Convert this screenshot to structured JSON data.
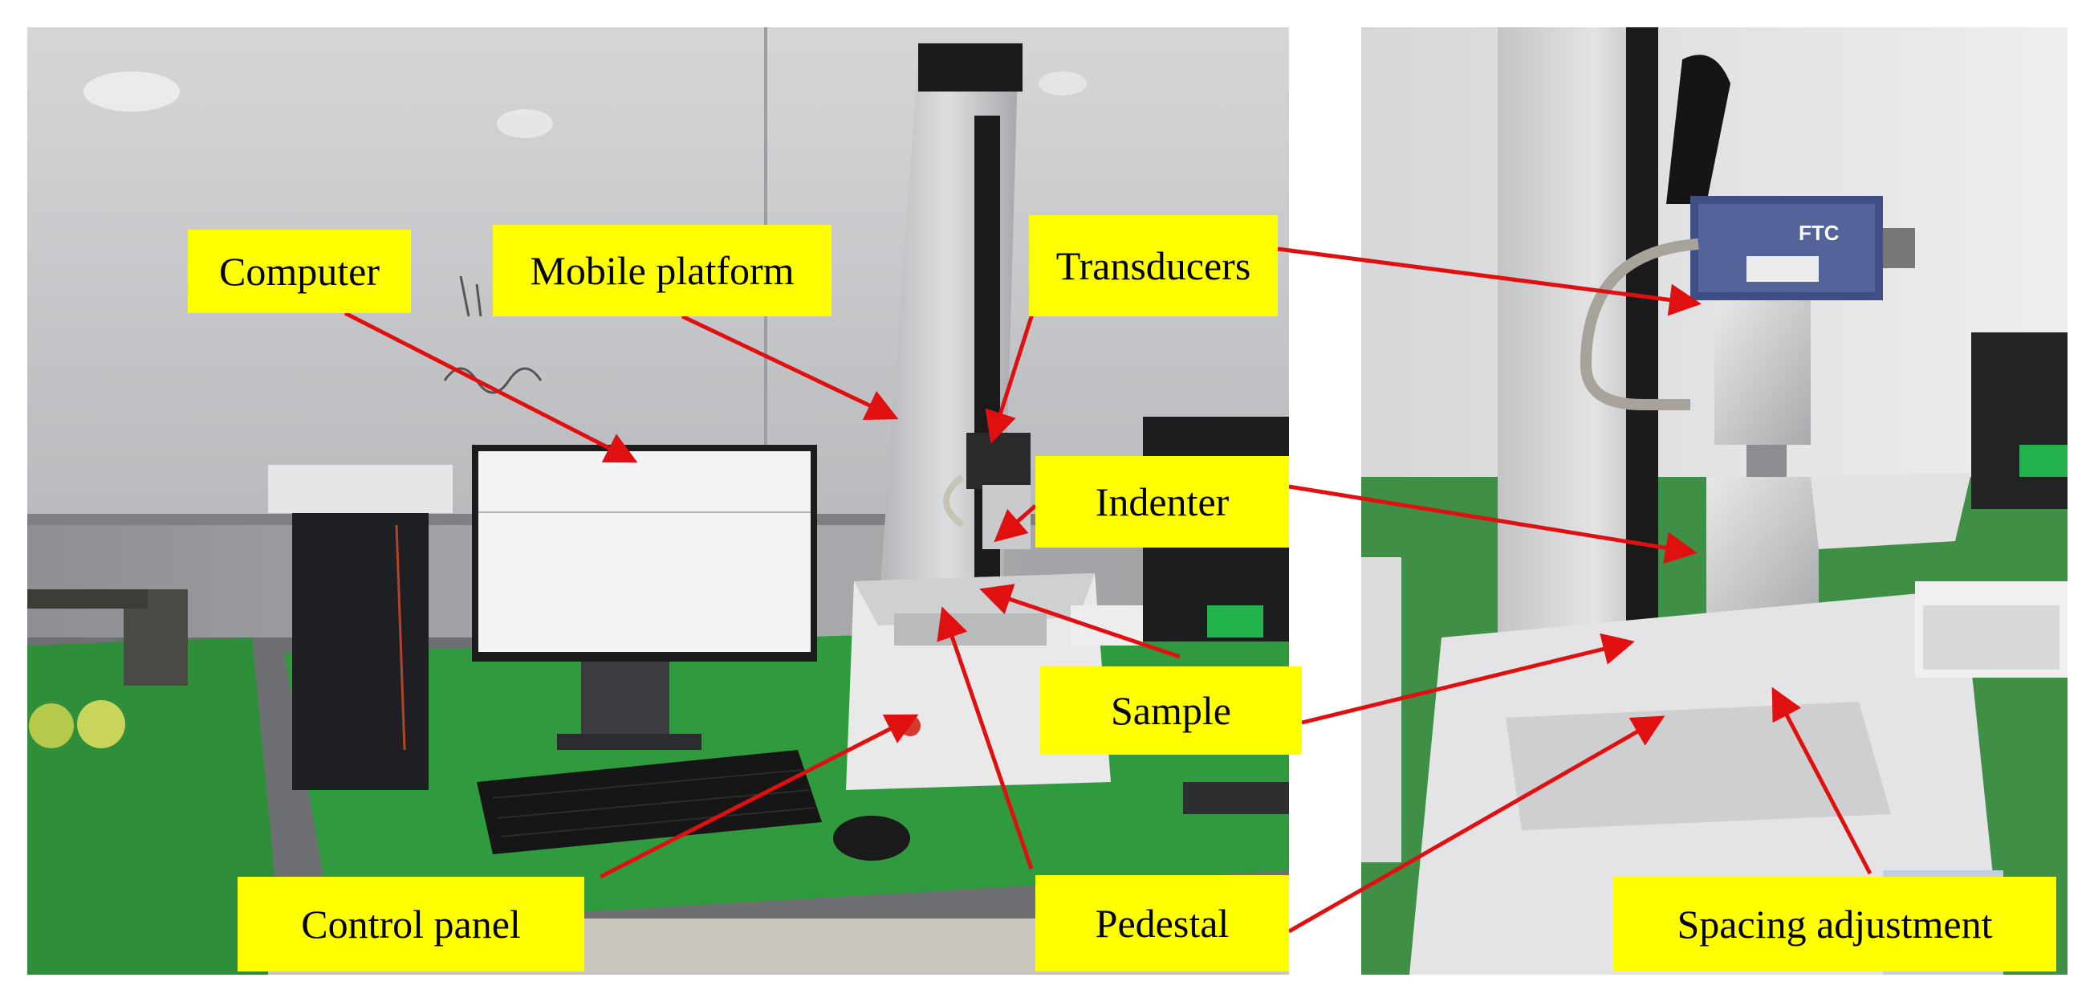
{
  "labels": {
    "computer": "Computer",
    "mobile_platform": "Mobile platform",
    "transducers": "Transducers",
    "indenter": "Indenter",
    "sample": "Sample",
    "control_panel": "Control panel",
    "pedestal": "Pedestal",
    "spacing_adjustment": "Spacing adjustment"
  },
  "device_text": {
    "sensor_brand": "FTC"
  },
  "colors": {
    "label_background": "#ffff00",
    "arrow": "#e01010",
    "bench_green": "#2f9a3e"
  }
}
